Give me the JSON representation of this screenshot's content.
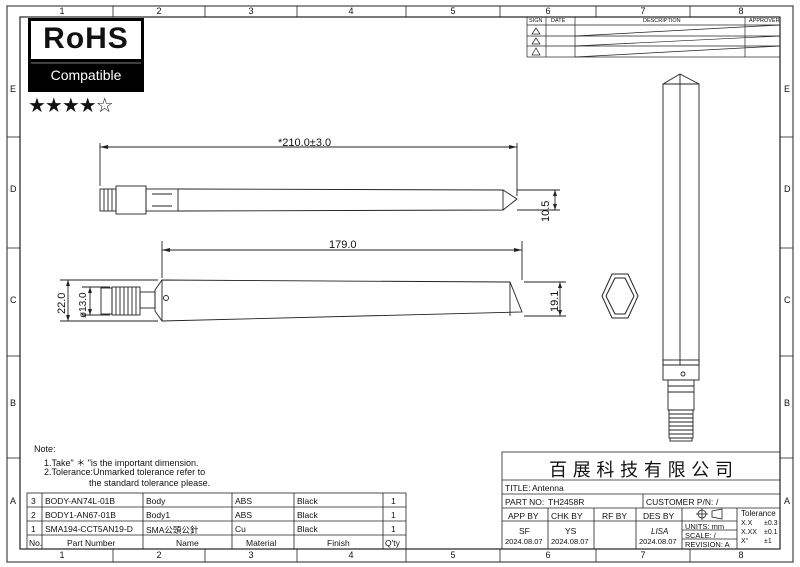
{
  "zones_top": [
    "1",
    "2",
    "3",
    "4",
    "5",
    "6",
    "7",
    "8"
  ],
  "zones_bottom": [
    "1",
    "2",
    "3",
    "4",
    "5",
    "6",
    "7",
    "8"
  ],
  "zones_side": [
    "E",
    "D",
    "C",
    "B",
    "A"
  ],
  "rohs": {
    "title": "RoHS",
    "subtitle": "Compatible",
    "stars": "★★★★☆"
  },
  "revision_table": {
    "headers": [
      "SIGN",
      "DATE",
      "DESCRIPTION",
      "APPROVER"
    ]
  },
  "dimensions": {
    "overall_length": "*210.0±3.0",
    "width": "10.5",
    "body_length": "179.0",
    "height_left": "22.0",
    "diameter": "ø13.0",
    "height_right": "19.1"
  },
  "notes": {
    "title": "Note:",
    "line1": "1.Take\" ＊ \"is the important dimension.",
    "line2": "2.Tolerance:Unmarked  tolerance refer to",
    "line3": "the standard tolerance please."
  },
  "bom": {
    "headers": [
      "No.",
      "Part Number",
      "Name",
      "Material",
      "Finish",
      "Q'ty"
    ],
    "rows": [
      [
        "3",
        "BODY-AN74L-01B",
        "Body",
        "ABS",
        "Black",
        "1"
      ],
      [
        "2",
        "BODY1-AN67-01B",
        "Body1",
        "ABS",
        "Black",
        "1"
      ],
      [
        "1",
        "SMA194-CCT5AN19-D",
        "SMA公頭公針",
        "Cu",
        "Black",
        "1"
      ]
    ]
  },
  "title_block": {
    "company": "百 展 科 技 有 限 公 司",
    "title_label": "TITLE:",
    "title_value": "Antenna",
    "part_no_label": "PART NO:",
    "part_no_value": "TH2458R",
    "customer_pn_label": "CUSTOMER P/N:",
    "customer_pn_value": "/",
    "app_by": "APP BY",
    "chk_by": "CHK BY",
    "rf_by": "RF BY",
    "des_by": "DES BY",
    "app_name": "SF",
    "app_date": "2024.08.07",
    "chk_name": "YS",
    "chk_date": "2024.08.07",
    "des_name": "LISA",
    "des_date": "2024.08.07",
    "units": "UNITS: mm",
    "scale": "SCALE: /",
    "revision": "REVISION: A",
    "tolerance_label": "Tolerance",
    "tol1_fmt": "X.X",
    "tol1_val": "±0.3",
    "tol2_fmt": "X.XX",
    "tol2_val": "±0.1",
    "tol3_fmt": "X°",
    "tol3_val": "±1"
  }
}
